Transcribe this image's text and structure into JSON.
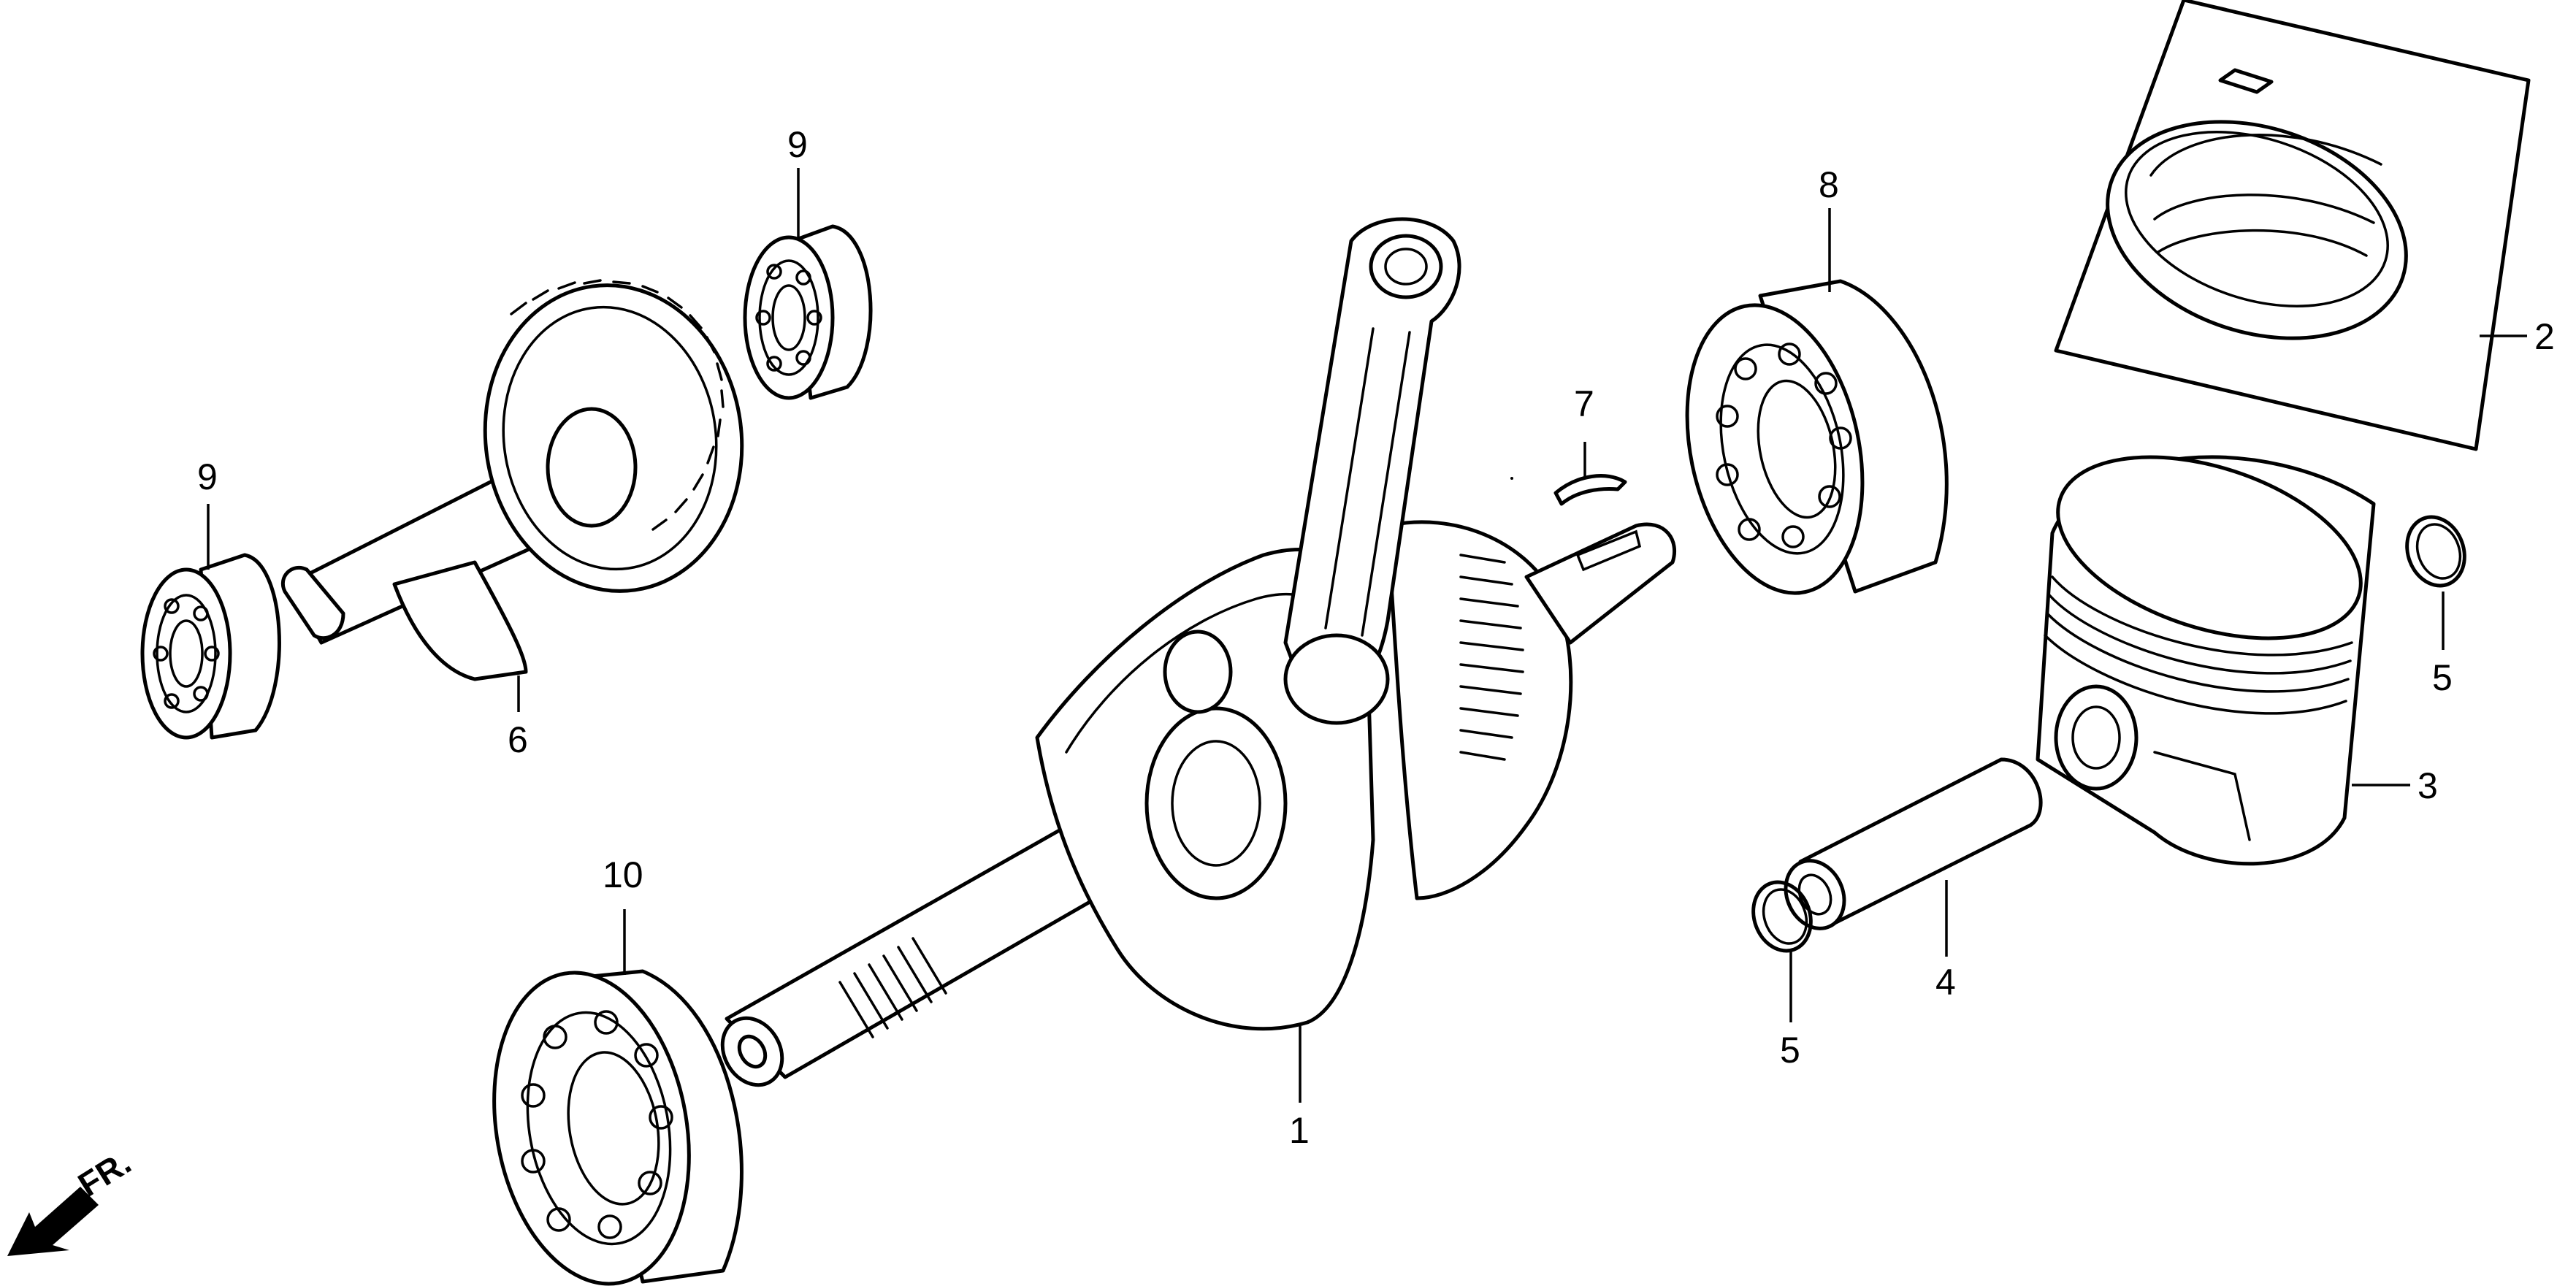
{
  "diagram": {
    "callouts": [
      "1",
      "2",
      "3",
      "4",
      "5",
      "5",
      "6",
      "7",
      "8",
      "9",
      "9",
      "10"
    ],
    "direction_label": "FR."
  }
}
